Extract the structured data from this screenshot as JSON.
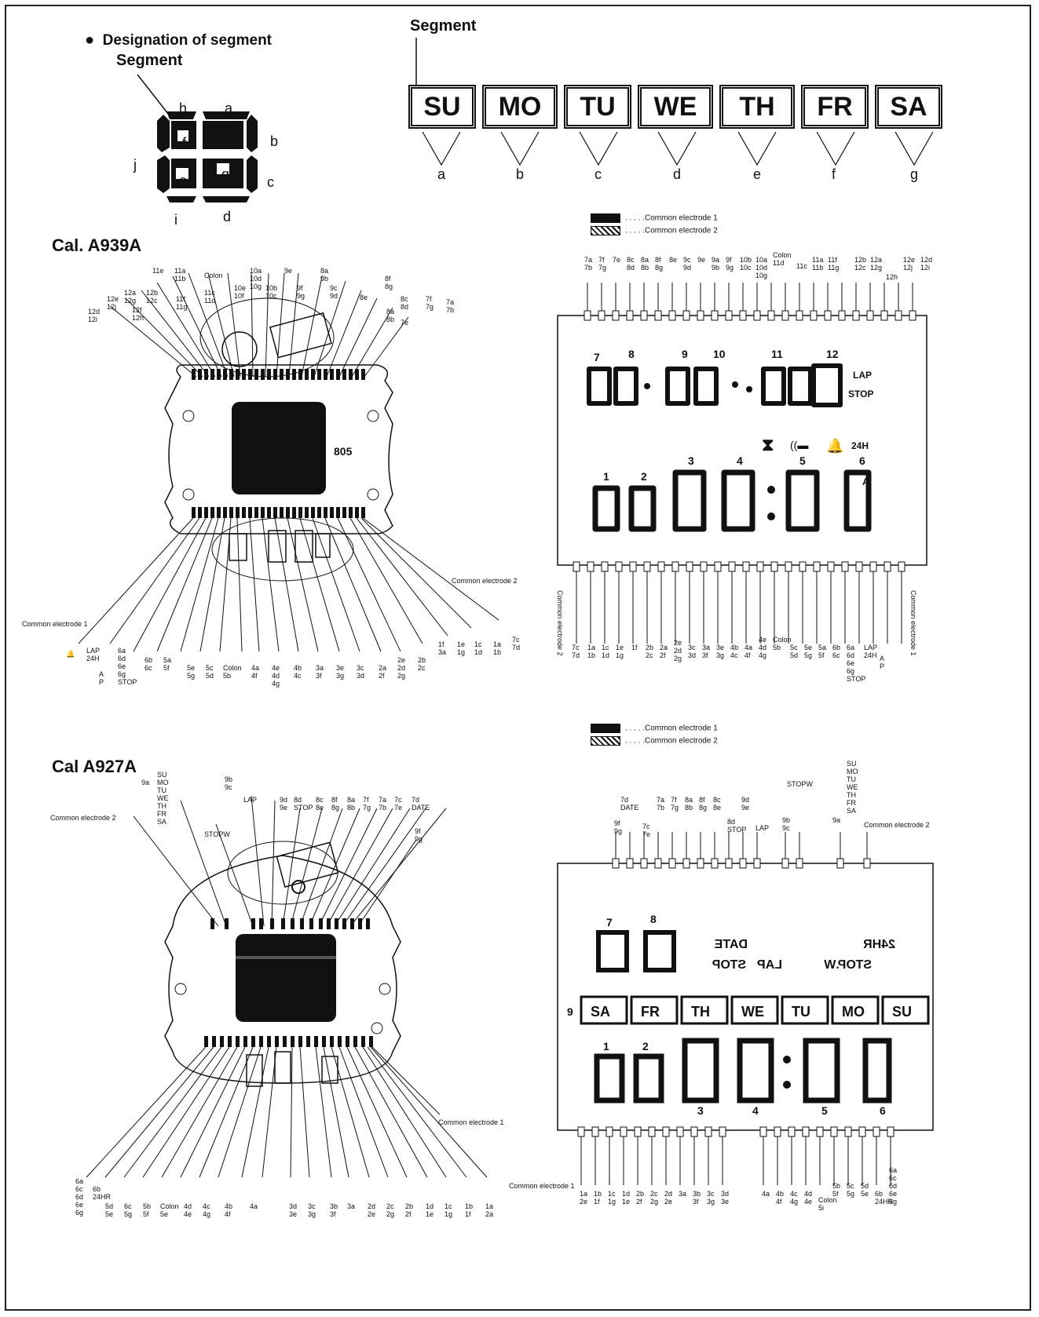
{
  "designation": {
    "title": "Designation of segment",
    "segment_caption": "Segment",
    "segment_letters": [
      "h",
      "a",
      "b",
      "j",
      "f",
      "g",
      "c",
      "e",
      "i",
      "d"
    ]
  },
  "days_panel": {
    "segment_caption": "Segment",
    "days": [
      "SU",
      "MO",
      "TU",
      "WE",
      "TH",
      "FR",
      "SA"
    ],
    "letters": [
      "a",
      "b",
      "c",
      "d",
      "e",
      "f",
      "g"
    ]
  },
  "legend_top": {
    "common1": "Common electrode 1",
    "common2": "Common electrode 2"
  },
  "legend_bottom": {
    "common1": "Common electrode 1",
    "common2": "Common electrode 2"
  },
  "a939": {
    "title": "Cal. A939A",
    "chip_label": "805",
    "common_electrode_2": "Common electrode 2",
    "common_electrode_1": "Common electrode 1",
    "top_labels": [
      "11e",
      "11a\n11b",
      "Colon",
      "10a\n10d\n10g",
      "9e",
      "8a\n9b",
      "8f\n8g",
      "12b\n12c",
      "11f\n11g",
      "11c\n11d",
      "10e\n10f",
      "10b\n10c",
      "9f\n9g",
      "9c\n9d",
      "8e",
      "8c\n8d",
      "7f\n7g",
      "7a\n7b",
      "12e\n12j",
      "12a\n12g",
      "12f\n12h",
      "12d\n12i",
      "8a\n8b",
      "7e"
    ],
    "bottom_labels": [
      "LAP\n24H",
      "A\nP",
      "6a\n6d\n6e\n6g\nSTOP",
      "6b\n6c",
      "5a\n5f",
      "5e\n5g",
      "5c\n5d",
      "Colon\n5b",
      "4a\n4f",
      "4e\n4d\n4g",
      "4b\n4c",
      "3a\n3f",
      "3e\n3g",
      "3c\n3d",
      "2a\n2f",
      "2e\n2d\n2g",
      "2b\n2c",
      "1f\n3a",
      "1e\n1g",
      "1c\n1d",
      "1a\n1b",
      "7c\n7d"
    ]
  },
  "a939_display": {
    "top_labels": [
      "7a\n7b",
      "7f\n7g",
      "7e",
      "8c\n8d",
      "8a\n8b",
      "8f\n8g",
      "8e",
      "9c\n9d",
      "9e",
      "9a\n9b",
      "9f\n9g",
      "10b\n10c",
      "10a\n10d\n10g",
      "Colon\n11d",
      "11c",
      "11a\n11b",
      "11f\n11g",
      "12b\n12c",
      "12a\n12g",
      "12h",
      "12e\n12j",
      "12d\n12i"
    ],
    "bottom_labels": [
      "7c\n7d",
      "1a\n1b",
      "1c\n1d",
      "1e\n1g",
      "1f",
      "2b\n2c",
      "2a\n2f",
      "2e\n2d\n2g",
      "3c\n3d",
      "3a\n3f",
      "3e\n3g",
      "4b\n4c",
      "4a\n4f",
      "4e\n4d\n4g",
      "Colon\n5b",
      "5c\n5d",
      "5e\n5g",
      "5a\n5f",
      "6b\n6c",
      "6a\n6d\n6e\n6g\nSTOP",
      "LAP\n24H",
      "A\nP"
    ],
    "left_side": "Common electrode 2",
    "right_side": "Common electrode 1",
    "digits_top": [
      "7",
      "8",
      "9",
      "10",
      "11",
      "12"
    ],
    "digits_bottom": [
      "1",
      "2",
      "3",
      "4",
      "5",
      "6"
    ],
    "indicators": [
      "LAP",
      "STOP",
      "24H",
      "A",
      "P"
    ]
  },
  "a927": {
    "title": "Cal  A927A",
    "common_electrode_2": "Common electrode 2",
    "common_electrode_1": "Common electrode 1",
    "top_labels": [
      "SU\nMO\nTU\nWE\nTH\nFR\nSA",
      "9a",
      "9b\n9c",
      "LAP",
      "STOPW",
      "9d\n9e",
      "8d\nSTOP",
      "8c\n8e",
      "8f\n8g",
      "8a\n8b",
      "7f\n7g",
      "7a\n7b",
      "7c\n7e",
      "7d\nDATE",
      "9f\n9g"
    ],
    "bottom_labels": [
      "6a\n6c\n6d\n6e\n6g",
      "6b\n24HR",
      "5d\n5e",
      "6c\n5g",
      "5b\n5f",
      "Colon\n5e",
      "4d\n4e",
      "4c\n4g",
      "4b\n4f",
      "4a",
      "3d\n3e",
      "3c\n3g",
      "3b\n3f",
      "3a",
      "2d\n2e",
      "2c\n2g",
      "2b\n2f",
      "1d\n1e",
      "1c\n1g",
      "1b\n1f",
      "1a\n2a"
    ]
  },
  "a927_display": {
    "top_labels": [
      "9f\n9g",
      "7d\nDATE",
      "7c\n7e",
      "7a\n7b",
      "7f\n7g",
      "8a\n8b",
      "8f\n8g",
      "8c\n8e",
      "8d\nSTOP",
      "9d\n9e",
      "LAP",
      "9b\n9c",
      "STOPW",
      "9a",
      "SU\nMO\nTU\nWE\nTH\nFR\nSA"
    ],
    "common_electrode_2": "Common electrode 2",
    "common_electrode_1": "Common electrode 1",
    "bottom_labels": [
      "1a\n2e",
      "1b\n1f",
      "1c\n1g",
      "1d\n1e",
      "2b\n2f",
      "2c\n2g",
      "2d\n2e",
      "3a",
      "3b\n3f",
      "3c\n3g",
      "3d\n3e",
      "4a",
      "4b\n4f",
      "4c\n4g",
      "4d\n4e",
      "Colon\n5i",
      "5b\n5f",
      "5c\n5g",
      "5d\n5e",
      "6b\n24HR",
      "6a\n6c\n6d\n6e\n6g"
    ],
    "digits_top": [
      "7",
      "8"
    ],
    "digits_bottom": [
      "1",
      "2",
      "3",
      "4",
      "5",
      "6"
    ],
    "row_digit": "9",
    "texts": [
      "DATE",
      "STOP",
      "LAP",
      "STOP.W",
      "24HR"
    ],
    "days_mirrored": [
      "SA",
      "FR",
      "TH",
      "WE",
      "TU",
      "MO",
      "SU"
    ]
  }
}
